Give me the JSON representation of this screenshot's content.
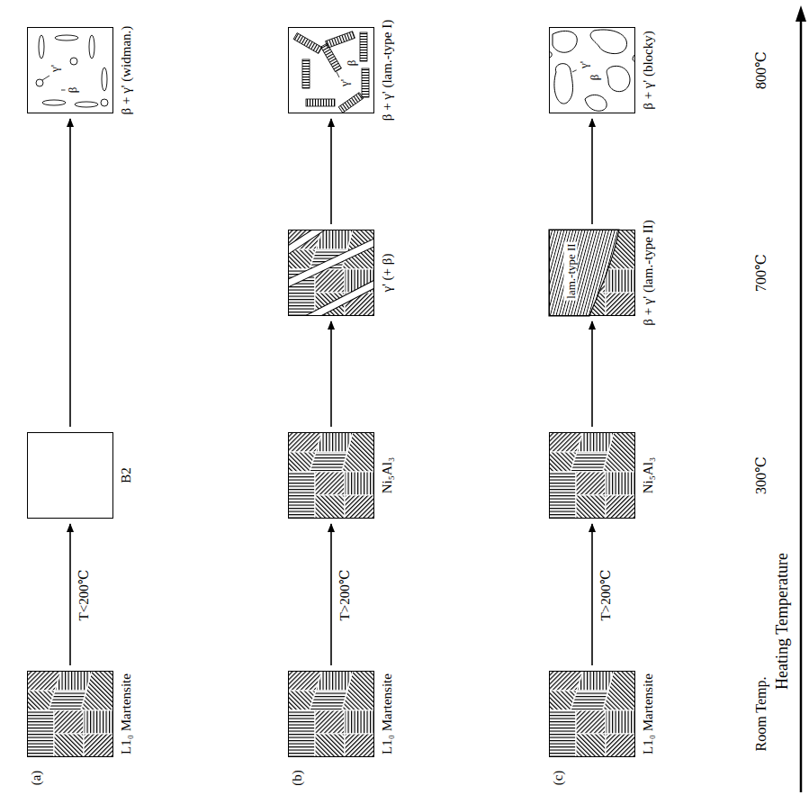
{
  "diagram": {
    "nodes": [
      {
        "text": [
          "L1₀ Martensite"
        ]
      },
      {
        "text": [
          "B2"
        ]
      },
      {
        "text": [
          "β + γ' (widman.)",
          "β",
          "γ'"
        ]
      },
      {
        "text": [
          "L1₀ Martensite"
        ]
      },
      {
        "text": [
          "Ni₅Al₃"
        ]
      },
      {
        "text": [
          "γ' (+ β)"
        ]
      },
      {
        "text": [
          "β + γ' (lam.-type I)",
          "γ'",
          "β"
        ]
      },
      {
        "text": [
          "L1₀ Martensite"
        ]
      },
      {
        "text": [
          "Ni₅Al₃"
        ]
      },
      {
        "text": [
          "β + γ' (lam.-type II)",
          "lam.-type II"
        ]
      },
      {
        "text": [
          "β + γ' (blocky)",
          "γ'",
          "β"
        ]
      }
    ],
    "edges": [
      {
        "from": 0,
        "to": 1,
        "arrow": "to",
        "label": "T<200℃"
      },
      {
        "from": 1,
        "to": 2,
        "arrow": "to"
      },
      {
        "from": 3,
        "to": 4,
        "arrow": "to",
        "label": "T>200℃"
      },
      {
        "from": 4,
        "to": 5,
        "arrow": "to"
      },
      {
        "from": 5,
        "to": 6,
        "arrow": "to"
      },
      {
        "from": 7,
        "to": 8,
        "arrow": "to",
        "label": "T>200℃"
      },
      {
        "from": 8,
        "to": 9,
        "arrow": "to"
      },
      {
        "from": 9,
        "to": 10,
        "arrow": "to"
      }
    ],
    "labels": [
      "(a)",
      "(b)",
      "(c)",
      "Room Temp.",
      "300℃",
      "700℃",
      "800℃",
      "Heating Temperature"
    ]
  }
}
